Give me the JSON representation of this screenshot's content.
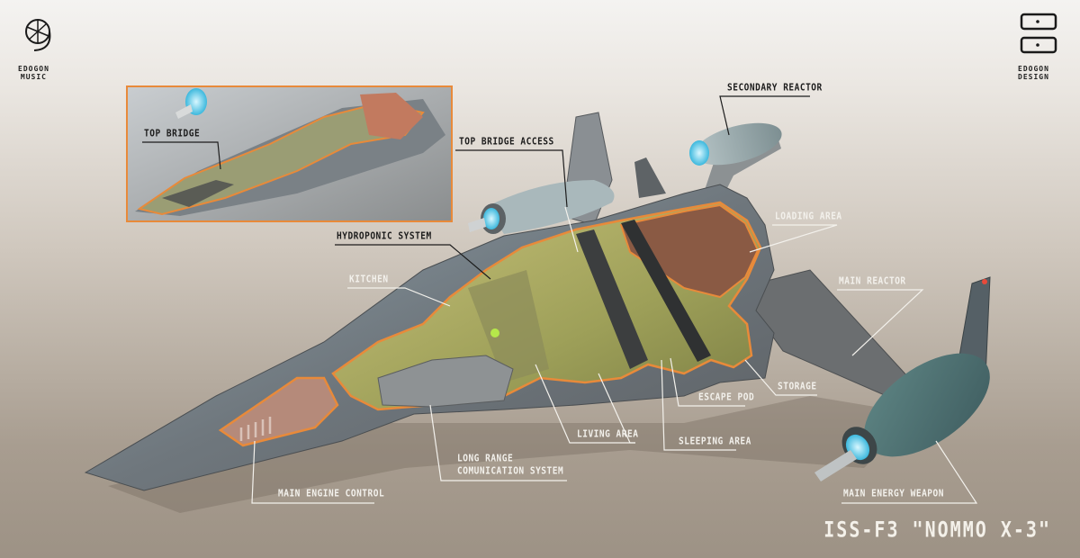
{
  "logos": {
    "left": {
      "line1": "EDOGON",
      "line2": "MUSIC"
    },
    "right": {
      "line1": "EDOGON",
      "line2": "DESIGN"
    }
  },
  "title": "ISS-F3 \"NOMMO X-3\"",
  "labels": {
    "top_bridge": "Top Bridge",
    "top_bridge_access": "Top Bridge Access",
    "secondary_reactor": "Secondary Reactor",
    "hydroponic_system": "Hydroponic System",
    "loading_area": "Loading Area",
    "kitchen": "Kitchen",
    "main_reactor": "Main Reactor",
    "storage": "Storage",
    "escape_pod": "Escape Pod",
    "living_area": "Living Area",
    "sleeping_area": "Sleeping Area",
    "long_range_line1": "Long Range",
    "long_range_line2": "Comunication System",
    "main_engine_control": "Main Engine Control",
    "main_energy_weapon": "Main Energy Weapon"
  },
  "colors": {
    "accent_outline": "#e88a3a",
    "hull": "#7d848a",
    "interior": "#b9b66a",
    "engine_glow": "#6fd6f0"
  }
}
